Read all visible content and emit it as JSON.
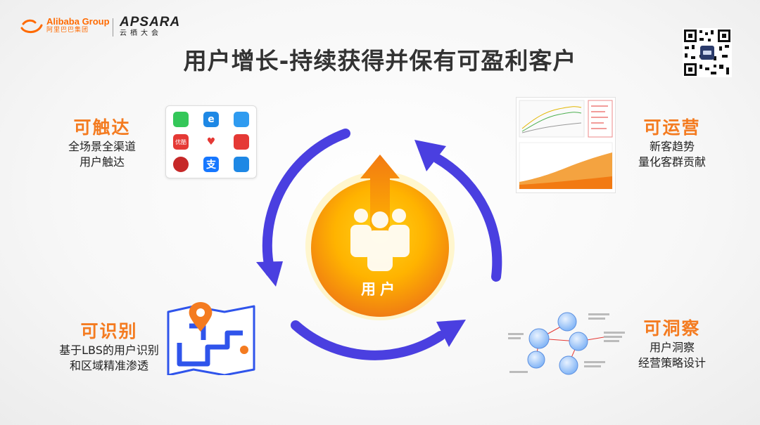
{
  "header": {
    "alibaba_en": "Alibaba Group",
    "alibaba_cn": "阿里巴巴集团",
    "apsara_en": "APSARA",
    "apsara_cn": "云栖大会"
  },
  "title": "用户增长-持续获得并保有可盈利客户",
  "center": {
    "label": "用户"
  },
  "features": {
    "reach": {
      "title": "可触达",
      "lines": [
        "全场景全渠道",
        "用户触达"
      ]
    },
    "operate": {
      "title": "可运营",
      "lines": [
        "新客趋势",
        "量化客群贡献"
      ]
    },
    "identify": {
      "title": "可识别",
      "lines": [
        "基于LBS的用户识别",
        "和区域精准渗透"
      ]
    },
    "insight": {
      "title": "可洞察",
      "lines": [
        "用户洞察",
        "经营策略设计"
      ]
    }
  },
  "app_grid": {
    "apps": [
      {
        "icon": "green-app-icon",
        "text": "",
        "color": "#34c759"
      },
      {
        "icon": "ele-me-icon",
        "text": "e",
        "color": "#1e88e5"
      },
      {
        "icon": "blue-service-icon",
        "text": "",
        "color": "#2f9bf0"
      },
      {
        "icon": "red-promo-icon",
        "text": "优酷",
        "color": "#e53935"
      },
      {
        "icon": "heart-icon",
        "text": "♥",
        "color": "#ffffff"
      },
      {
        "icon": "red-shop-icon",
        "text": "",
        "color": "#e53935"
      },
      {
        "icon": "red-round-icon",
        "text": "",
        "color": "#c62828"
      },
      {
        "icon": "alipay-icon",
        "text": "支",
        "color": "#1677ff"
      },
      {
        "icon": "blue-card-icon",
        "text": "",
        "color": "#1e88e5"
      }
    ]
  },
  "colors": {
    "accent_orange": "#f47b20",
    "cycle_blue": "#4a3fe0",
    "title_gray": "#333333"
  }
}
